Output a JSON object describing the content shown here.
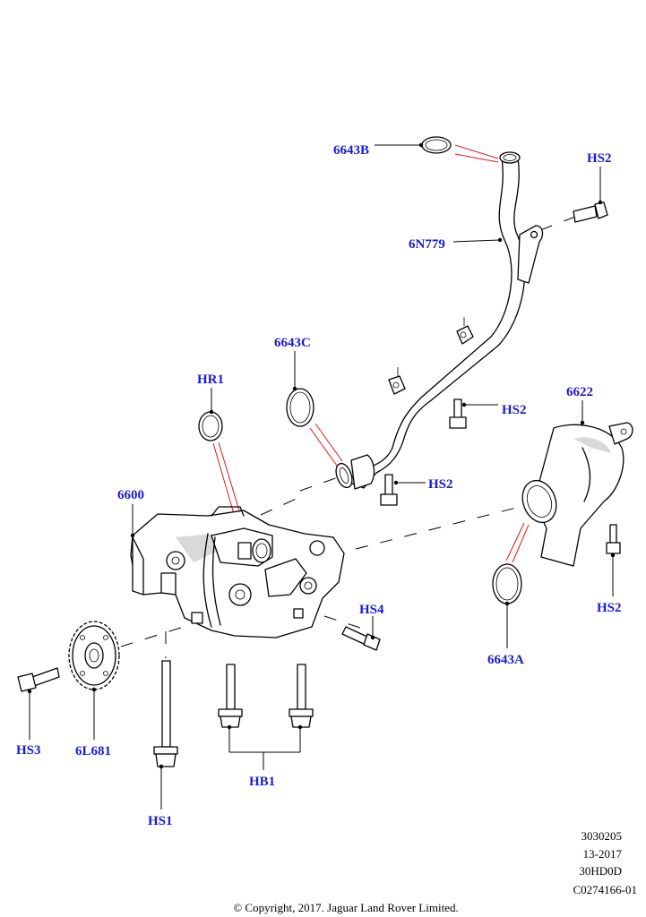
{
  "colors": {
    "callout": "#1a1ad6",
    "leader": "#000000",
    "highlight": "#e01a1a"
  },
  "callouts": {
    "c6643B": "6643B",
    "cHS2a": "HS2",
    "c6N779": "6N779",
    "c6643C": "6643C",
    "cHR1": "HR1",
    "c6622": "6622",
    "cHS2b": "HS2",
    "cHS2c": "HS2",
    "c6600": "6600",
    "cHS4": "HS4",
    "cHS2d": "HS2",
    "c6643A": "6643A",
    "cHS3": "HS3",
    "c6L681": "6L681",
    "cHB1": "HB1",
    "cHS1": "HS1"
  },
  "reference": {
    "line1": "3030205",
    "line2": "13-2017",
    "line3": "30HD0D",
    "line4": "C0274166-01"
  },
  "copyright": "© Copyright, 2017. Jaguar Land Rover Limited."
}
